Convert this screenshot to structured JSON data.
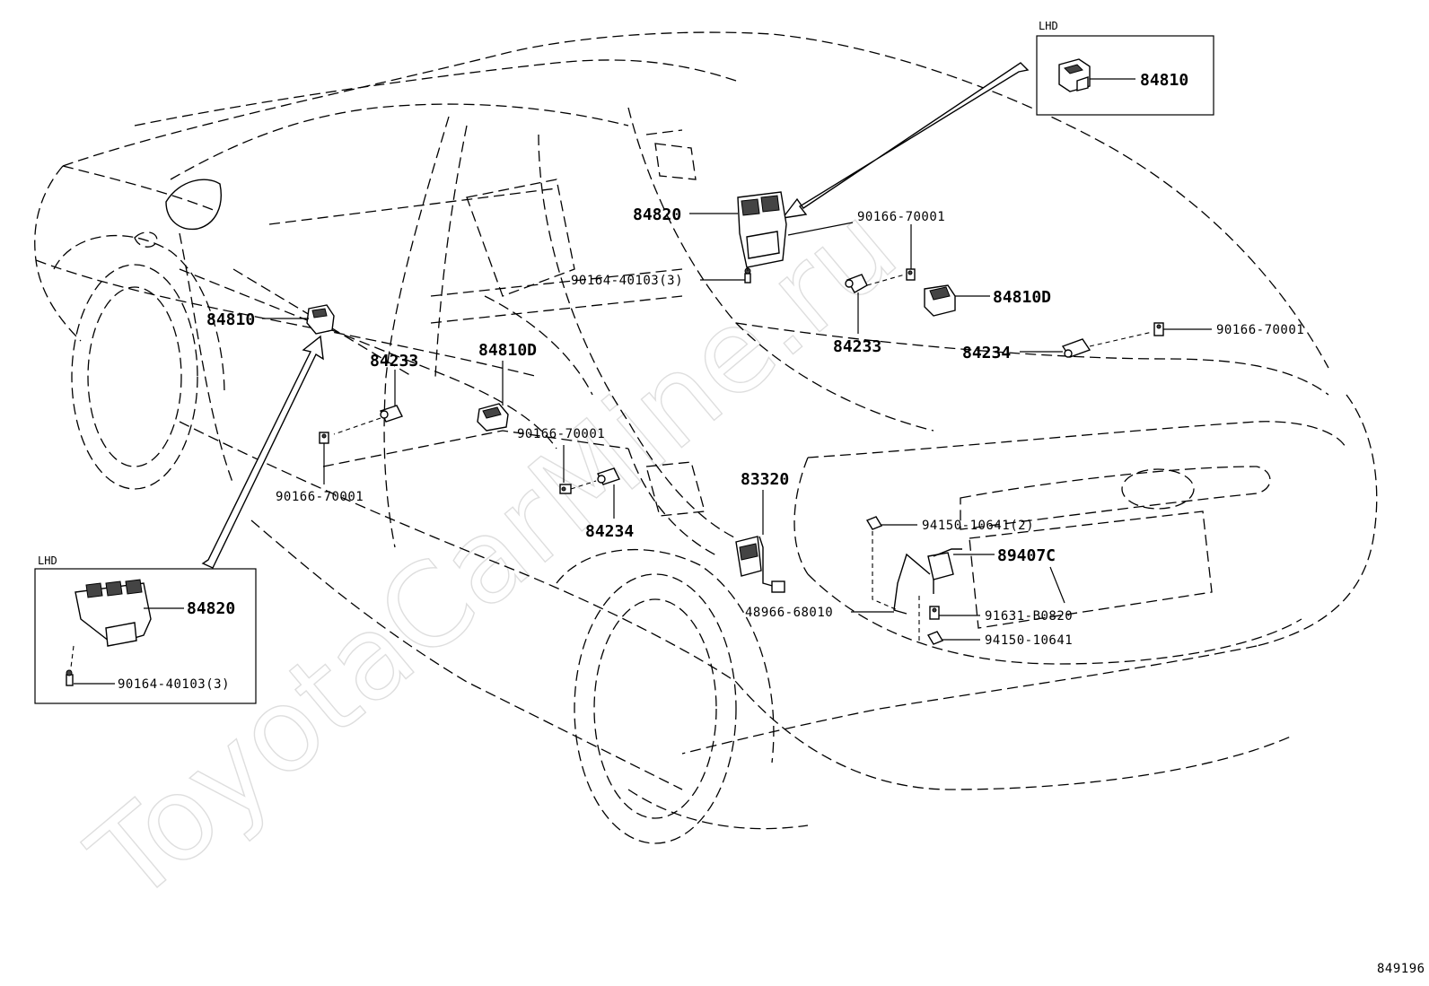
{
  "watermark": "ToyotaCarMine.ru",
  "drawing_number": "849196",
  "insets": {
    "top": {
      "tag": "LHD",
      "part": "84810"
    },
    "bottom": {
      "tag": "LHD",
      "part_switch": "84820",
      "part_screw": "90164-40103(3)"
    }
  },
  "callouts": {
    "c1": "84820",
    "c2": "90166-70001",
    "c3": "90164-40103(3)",
    "c4": "84810D",
    "c5": "84233",
    "c6": "90166-70001",
    "c7": "84234",
    "c8": "84810",
    "c9": "84233",
    "c10": "84810D",
    "c11": "90166-70001",
    "c12": "90166-70001",
    "c13": "84234",
    "c14": "83320",
    "c15": "94150-10641(2)",
    "c16": "89407C",
    "c17": "48966-68010",
    "c18": "91631-B0820",
    "c19": "94150-10641"
  }
}
